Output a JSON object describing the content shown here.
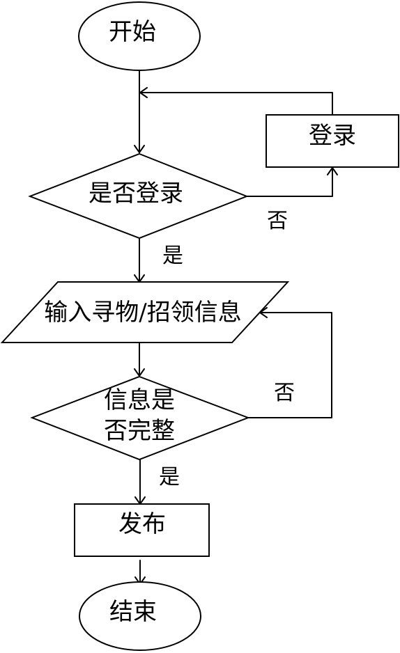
{
  "nodes": {
    "start": "开始",
    "is_logged_in": "是否登录",
    "login": "登录",
    "input": "输入寻物/招领信息",
    "complete_line1": "信息是",
    "complete_line2": "否完整",
    "publish": "发布",
    "end": "结束"
  },
  "edges": {
    "login_no": "否",
    "login_yes": "是",
    "complete_no": "否",
    "complete_yes": "是"
  }
}
